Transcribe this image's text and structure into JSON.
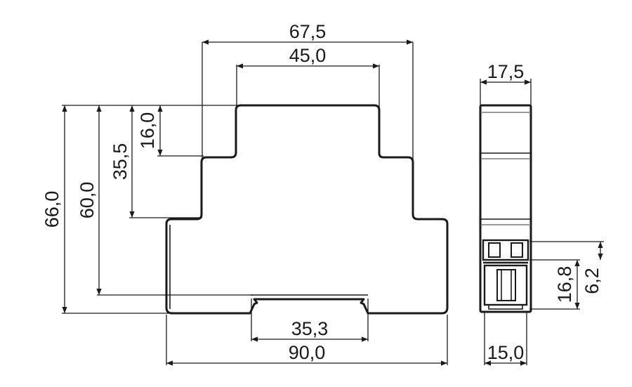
{
  "front_view": {
    "dims": {
      "top_width": "67,5",
      "inner_top_width": "45,0",
      "total_height": "66,0",
      "body_height": "60,0",
      "step_height": "35,5",
      "top_step_height": "16,0",
      "rail_width": "35,3",
      "total_width": "90,0"
    }
  },
  "side_view": {
    "dims": {
      "top_width": "17,5",
      "terminal_height": "16,8",
      "terminal_upper": "6,2",
      "bottom_width": "15,0"
    }
  }
}
